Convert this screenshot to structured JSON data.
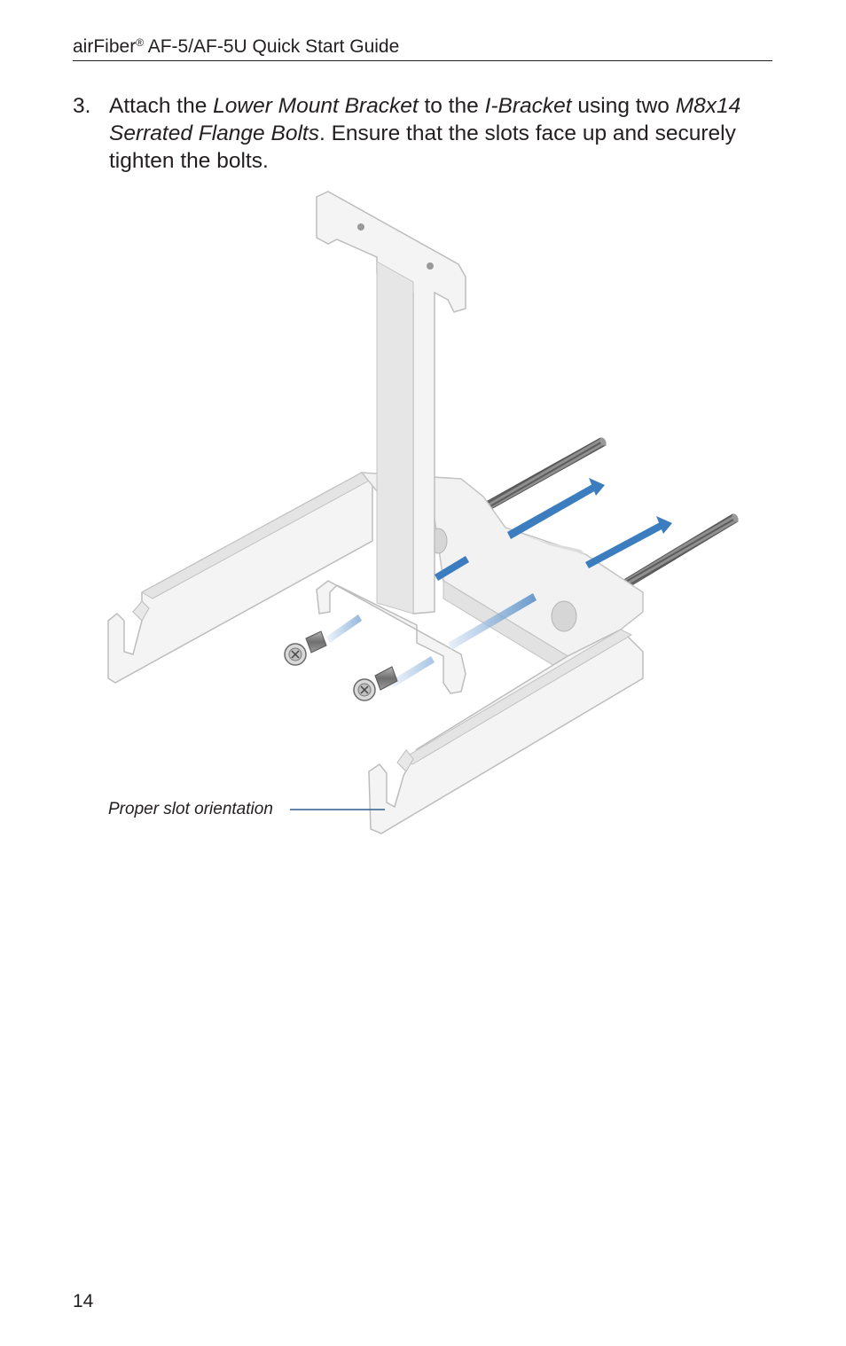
{
  "header": {
    "title_brand": "airFiber",
    "registered_mark": "®",
    "title_rest": " AF-5/AF-5U Quick Start Guide"
  },
  "step": {
    "number": "3.",
    "t1": "Attach the ",
    "lower_mount_bracket": "Lower Mount Bracket",
    "t2": " to the ",
    "i_bracket": "I-Bracket",
    "t3": " using two ",
    "bolts": "M8x14 Serrated Flange Bolts",
    "t4": ". Ensure that the slots face up and securely tighten the bolts."
  },
  "figure": {
    "callout_label": "Proper slot orientation",
    "colors": {
      "bracket_face": "#f2f2f2",
      "bracket_edge": "#c8c8c8",
      "arrow_blue": "#3b7dbf",
      "rod_gray": "#8a8a8a"
    }
  },
  "page_number": "14"
}
